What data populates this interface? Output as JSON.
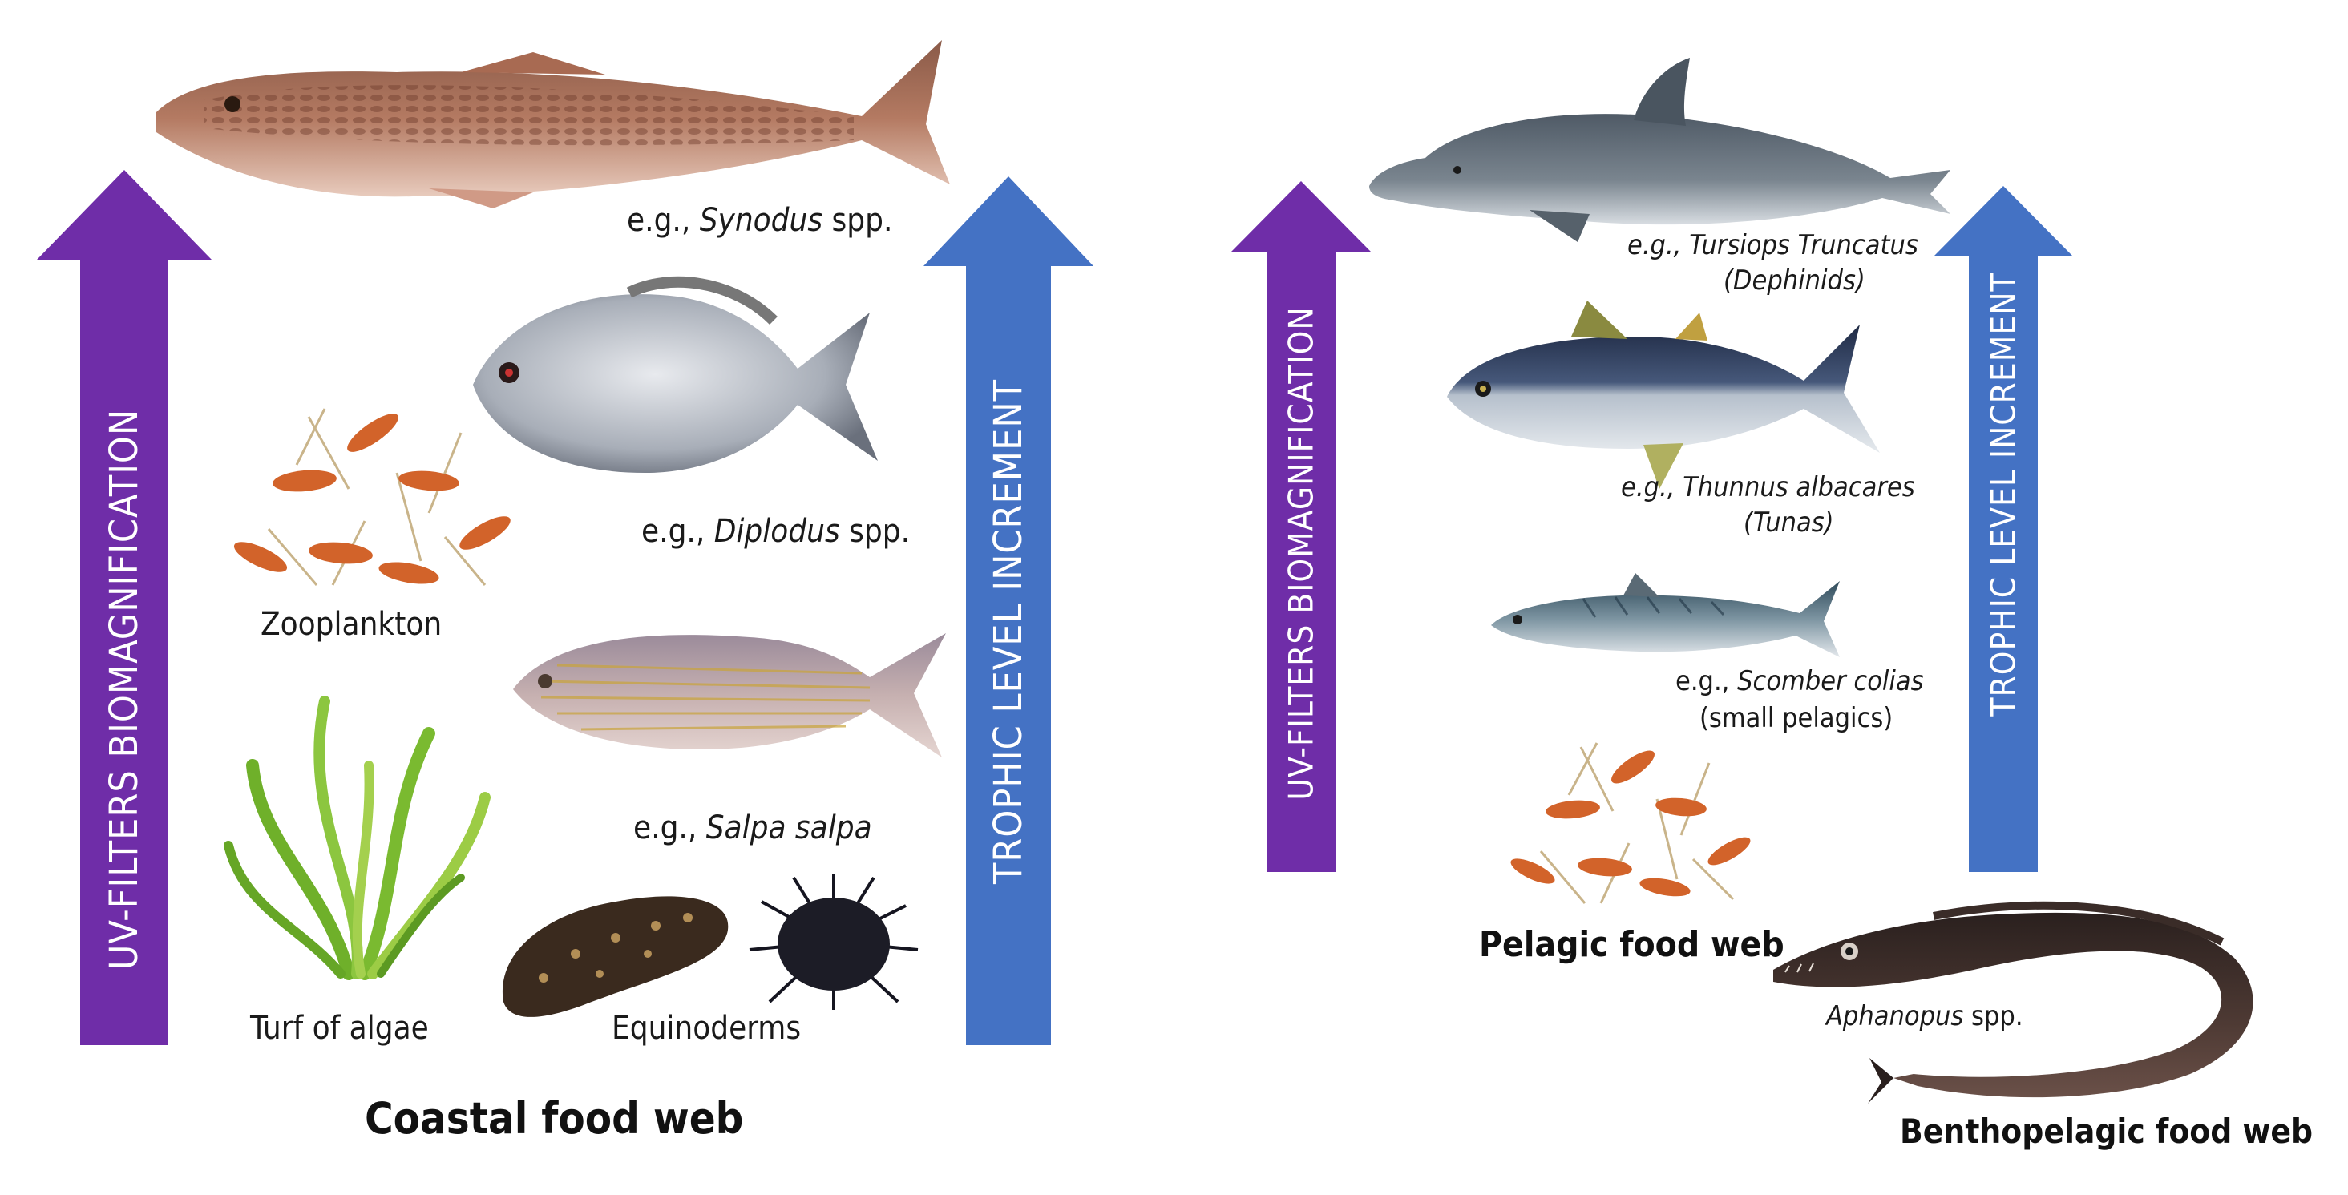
{
  "colors": {
    "purple": "#6f2da8",
    "blue": "#4472c4"
  },
  "coastal": {
    "arrow_left_label": "UV-FILTERS BIOMAGNIFICATION",
    "arrow_right_label": "TROPHIC LEVEL INCREMENT",
    "synodus": {
      "prefix": "e.g., ",
      "species": "Synodus",
      "suffix": " spp."
    },
    "diplodus": {
      "prefix": "e.g., ",
      "species": "Diplodus",
      "suffix": " spp."
    },
    "salpa": {
      "prefix": "e.g., ",
      "species": "Salpa salpa"
    },
    "zooplankton": "Zooplankton",
    "algae": "Turf of algae",
    "equinoderms": "Equinoderms",
    "title": "Coastal food web"
  },
  "pelagic": {
    "arrow_left_label": "UV-FILTERS BIOMAGNIFICATION",
    "arrow_right_label": "TROPHIC LEVEL INCREMENT",
    "tursiops": {
      "line1": "e.g., Tursiops Truncatus",
      "line2": "(Dephinids)"
    },
    "thunnus": {
      "line1": "e.g., Thunnus albacares",
      "line2": "(Tunas)"
    },
    "scomber": {
      "prefix": "e.g., ",
      "species": "Scomber colias",
      "line2": "(small pelagics)"
    },
    "title": "Pelagic food web"
  },
  "benthopelagic": {
    "aphanopus": {
      "species": "Aphanopus",
      "suffix": " spp."
    },
    "title": "Benthopelagic food web"
  }
}
